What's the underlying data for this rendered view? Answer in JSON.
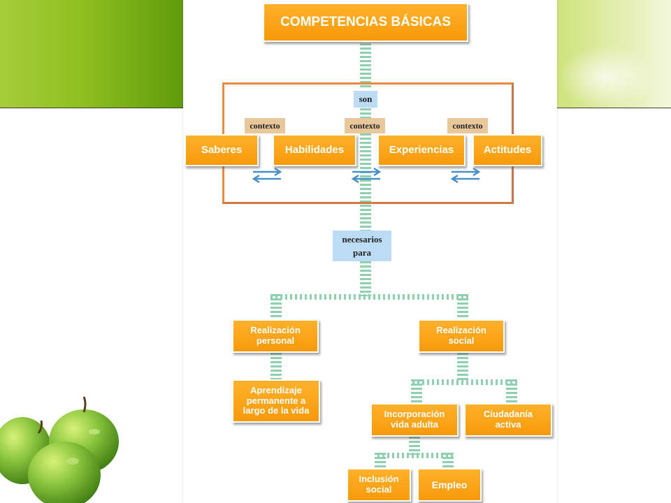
{
  "diagram": {
    "title": "COMPETENCIAS BÁSICAS",
    "connector_son": "son",
    "context_labels": [
      "contexto",
      "contexto",
      "contexto"
    ],
    "components": [
      "Saberes",
      "Habilidades",
      "Experiencias",
      "Actitudes"
    ],
    "connector_necesarios": [
      "necesarios",
      "para"
    ],
    "realizacion_personal": [
      "Realización",
      "personal"
    ],
    "realizacion_social": [
      "Realización",
      "social"
    ],
    "aprendizaje": [
      "Aprendizaje",
      "permanente a",
      "largo de la vida"
    ],
    "incorporacion": [
      "Incorporación",
      "vida adulta"
    ],
    "ciudadania": [
      "Ciudadanía",
      "activa"
    ],
    "inclusion": [
      "Inclusión",
      "social"
    ],
    "empleo": "Empleo"
  },
  "colors": {
    "box_orange": "#f9a11a",
    "frame_orange": "#e98a3c",
    "connector_green": "#8fd0b0",
    "label_blue": "#bcdcf6",
    "label_tan": "#e8c79b",
    "arrow_blue": "#4a90c8",
    "band_green": "#8fbf20"
  },
  "decorations": {
    "apples": "green-apples-image"
  }
}
